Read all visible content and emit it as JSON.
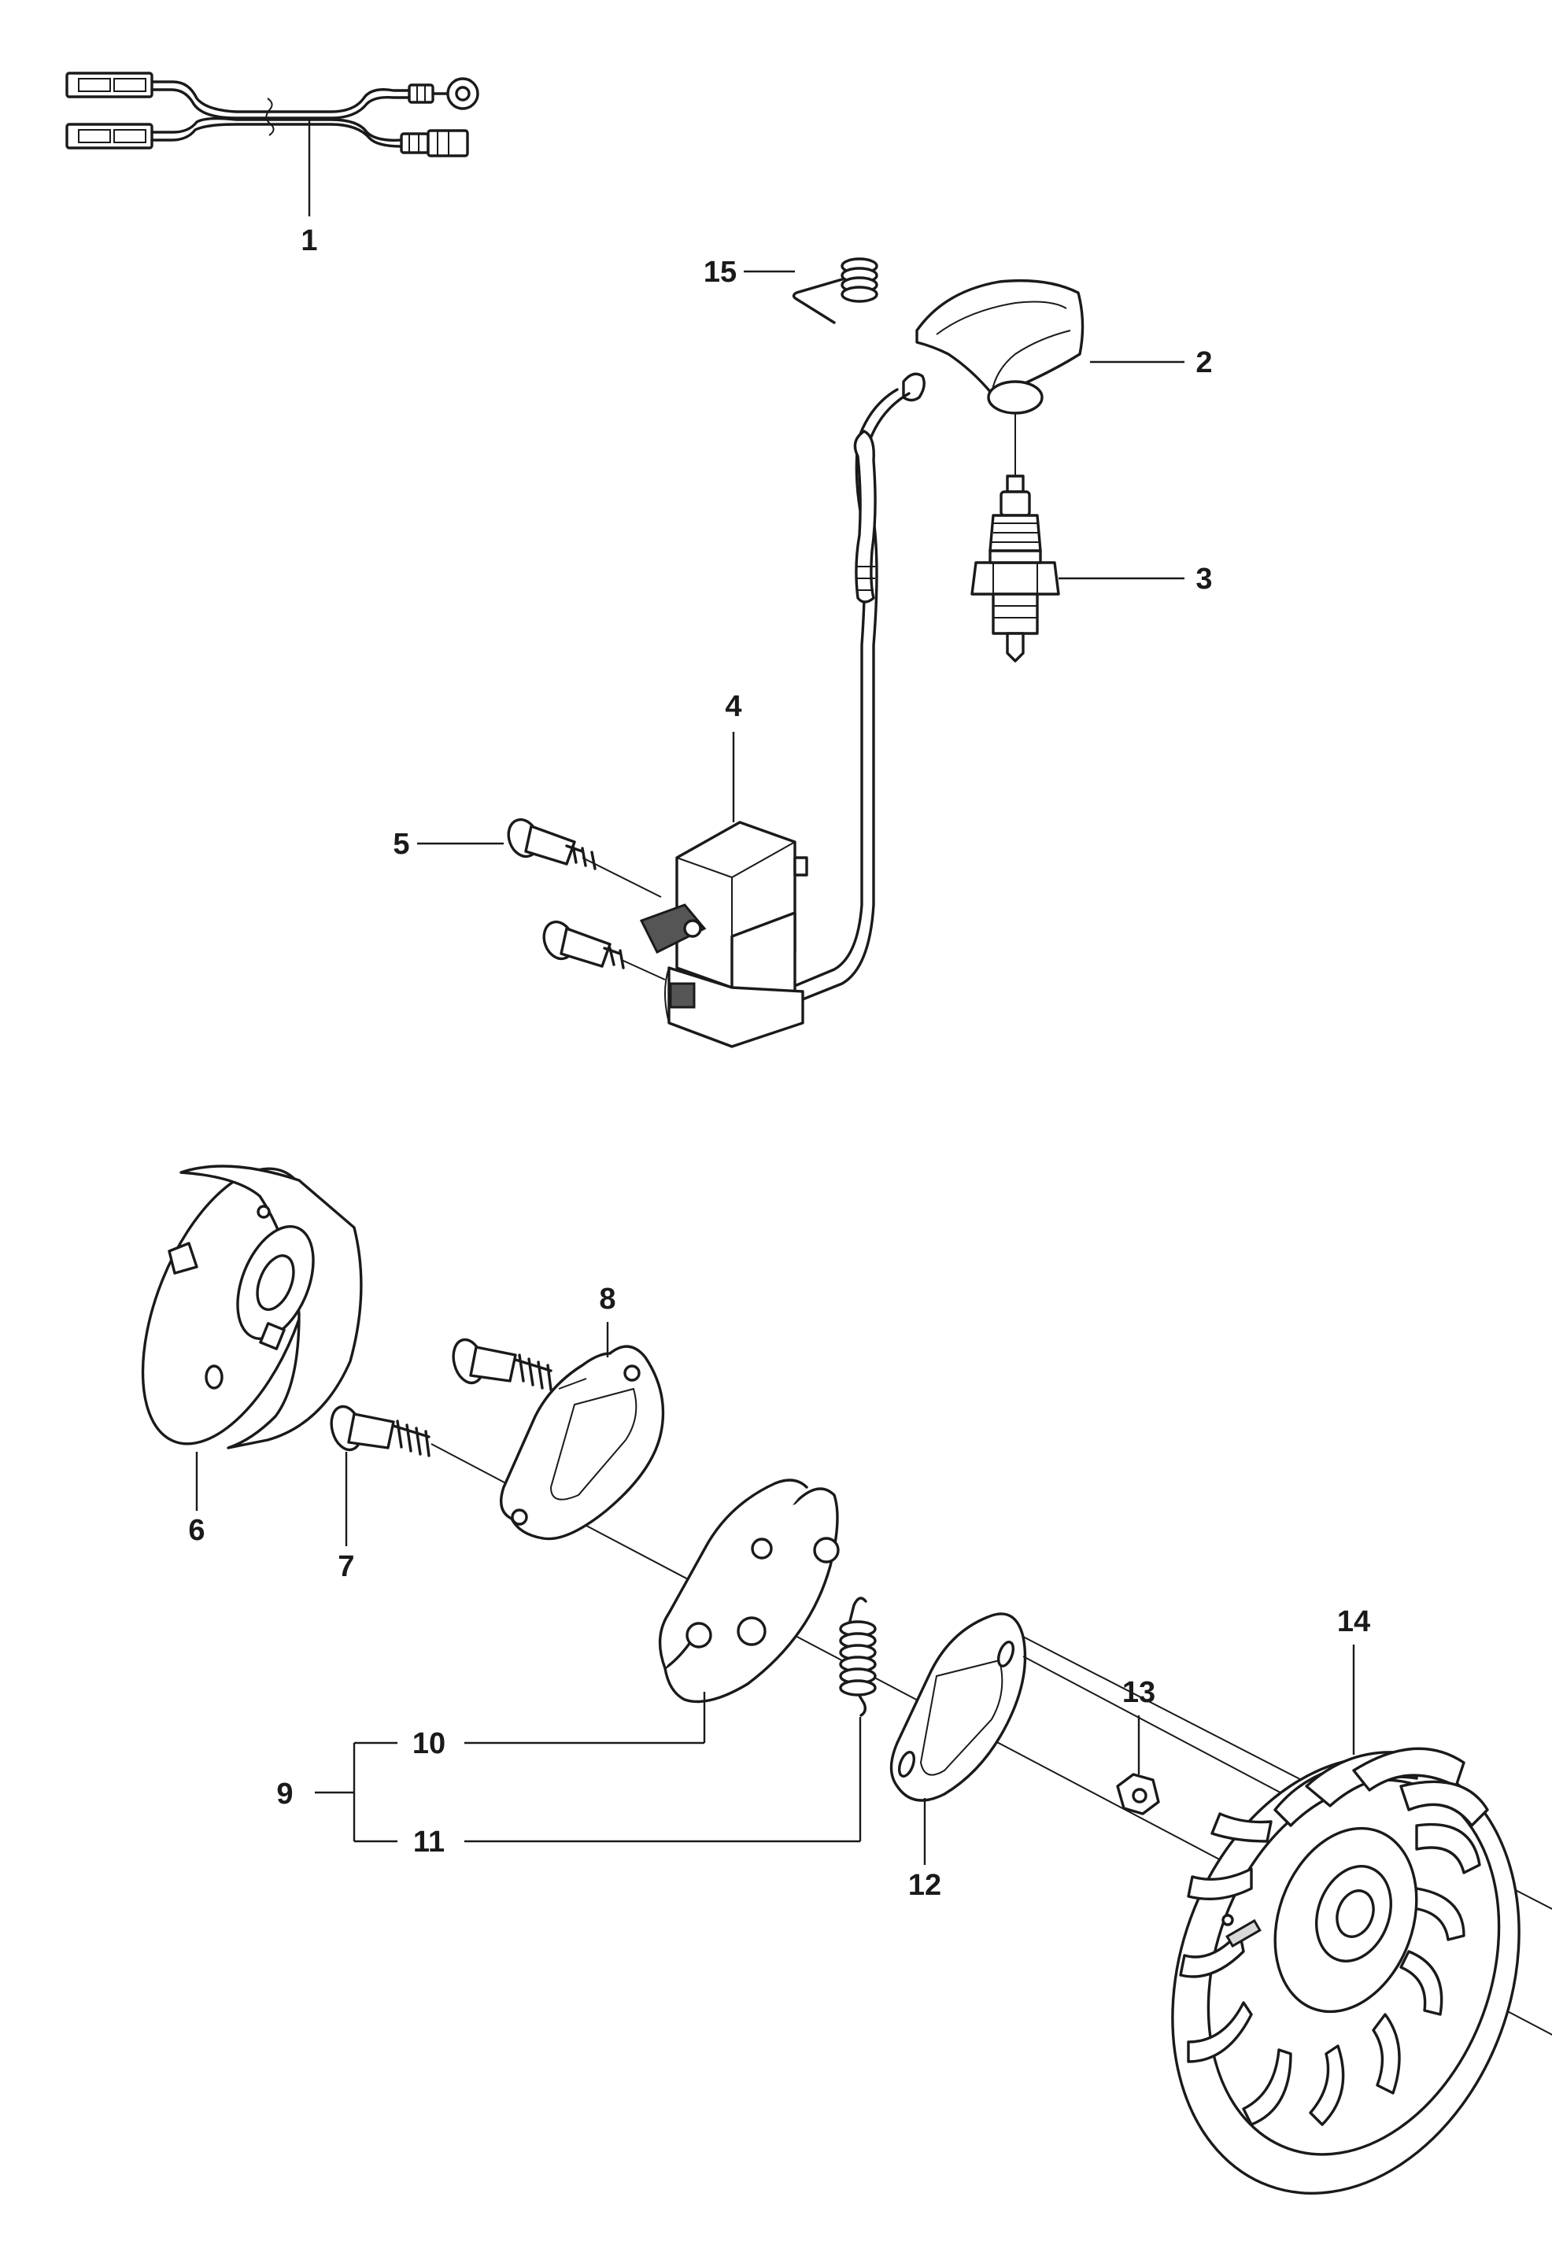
{
  "callouts": [
    {
      "id": "1",
      "text": "1"
    },
    {
      "id": "2",
      "text": "2"
    },
    {
      "id": "3",
      "text": "3"
    },
    {
      "id": "4",
      "text": "4"
    },
    {
      "id": "5",
      "text": "5"
    },
    {
      "id": "6",
      "text": "6"
    },
    {
      "id": "7",
      "text": "7"
    },
    {
      "id": "8",
      "text": "8"
    },
    {
      "id": "9",
      "text": "9"
    },
    {
      "id": "10",
      "text": "10"
    },
    {
      "id": "11",
      "text": "11"
    },
    {
      "id": "12",
      "text": "12"
    },
    {
      "id": "13",
      "text": "13"
    },
    {
      "id": "14",
      "text": "14"
    },
    {
      "id": "15",
      "text": "15"
    }
  ],
  "colors": {
    "line": "#1a1a1a",
    "background": "#ffffff",
    "shade": "#d9d9d9"
  }
}
